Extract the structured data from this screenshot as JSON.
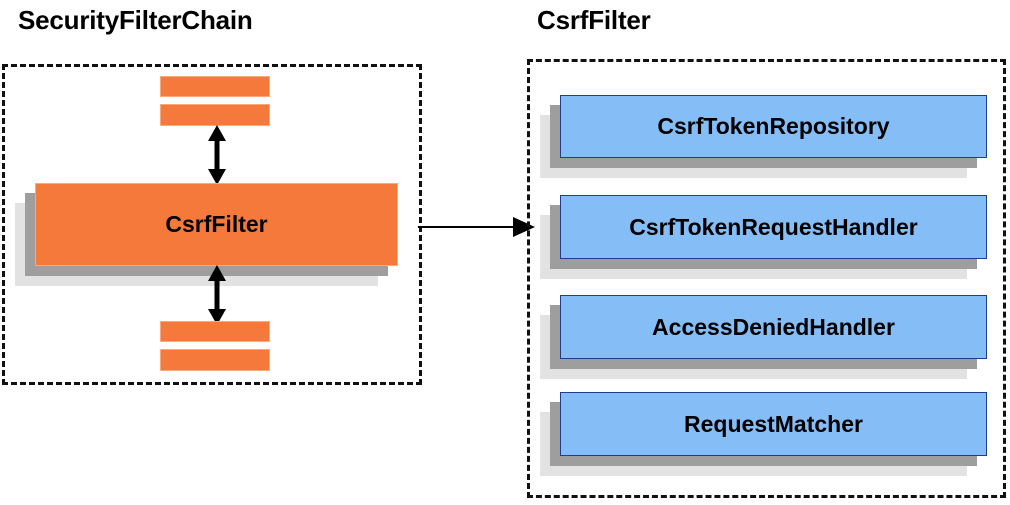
{
  "diagram": {
    "panels": [
      {
        "id": "security-filter-chain",
        "title": "SecurityFilterChain",
        "highlight_component": "CsrfFilter",
        "stacked_bars_above": 2,
        "stacked_bars_below": 2
      },
      {
        "id": "csrf-filter",
        "title": "CsrfFilter",
        "components": [
          {
            "label": "CsrfTokenRepository"
          },
          {
            "label": "CsrfTokenRequestHandler"
          },
          {
            "label": "AccessDeniedHandler"
          },
          {
            "label": "RequestMatcher"
          }
        ]
      }
    ],
    "connectors": [
      {
        "name": "csrffilter-to-detail",
        "type": "single-arrow",
        "direction": "right"
      },
      {
        "name": "chain-above-link",
        "type": "double-arrow",
        "direction": "vertical"
      },
      {
        "name": "chain-below-link",
        "type": "double-arrow",
        "direction": "vertical"
      }
    ],
    "colors": {
      "orange_fill": "#F4793B",
      "orange_border": "#F9A97D",
      "blue_fill": "#85BDF7",
      "blue_border": "#1F3C8F",
      "shadow_near": "#9E9E9E",
      "shadow_far": "#E2E2E2",
      "outline_dashed": "#111111",
      "text": "#000000",
      "background": "#FFFFFF"
    }
  }
}
